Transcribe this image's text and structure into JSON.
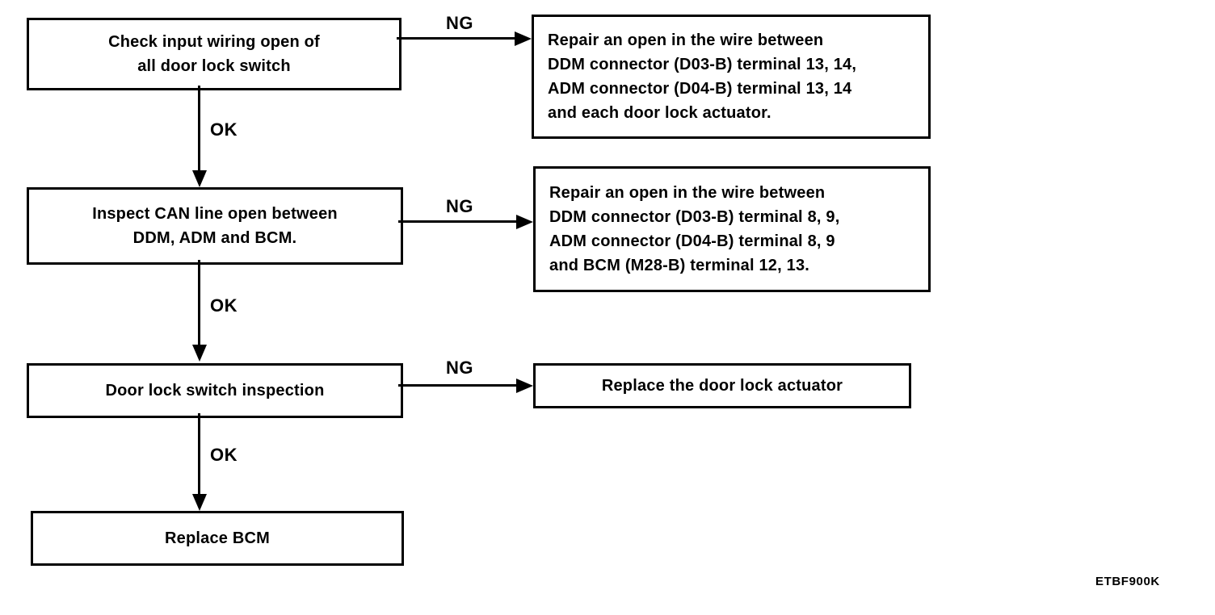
{
  "labels": {
    "ok": "OK",
    "ng": "NG"
  },
  "figure_code": "ETBF900K",
  "colors": {
    "line": "#000000",
    "background": "#ffffff",
    "text": "#000000"
  },
  "nodes": {
    "step1": {
      "lines": [
        "Check input wiring open of",
        "all door lock switch"
      ]
    },
    "step2": {
      "lines": [
        "Inspect CAN line open between",
        "DDM, ADM and BCM."
      ]
    },
    "step3": {
      "lines": [
        "Door lock switch inspection"
      ]
    },
    "step4": {
      "lines": [
        "Replace BCM"
      ]
    },
    "repair1": {
      "lines": [
        "Repair an open in the wire between",
        "DDM connector (D03-B) terminal 13, 14,",
        "ADM connector (D04-B) terminal 13, 14",
        "and each door lock actuator."
      ]
    },
    "repair2": {
      "lines": [
        "Repair an open in the wire between",
        "DDM connector (D03-B) terminal 8, 9,",
        "ADM connector (D04-B) terminal 8, 9",
        "and BCM (M28-B) terminal 12, 13."
      ]
    },
    "repair3": {
      "lines": [
        "Replace the door lock actuator"
      ]
    }
  },
  "connectors": [
    {
      "from": "step1",
      "to": "repair1",
      "label": "NG"
    },
    {
      "from": "step1",
      "to": "step2",
      "label": "OK"
    },
    {
      "from": "step2",
      "to": "repair2",
      "label": "NG"
    },
    {
      "from": "step2",
      "to": "step3",
      "label": "OK"
    },
    {
      "from": "step3",
      "to": "repair3",
      "label": "NG"
    },
    {
      "from": "step3",
      "to": "step4",
      "label": "OK"
    }
  ]
}
